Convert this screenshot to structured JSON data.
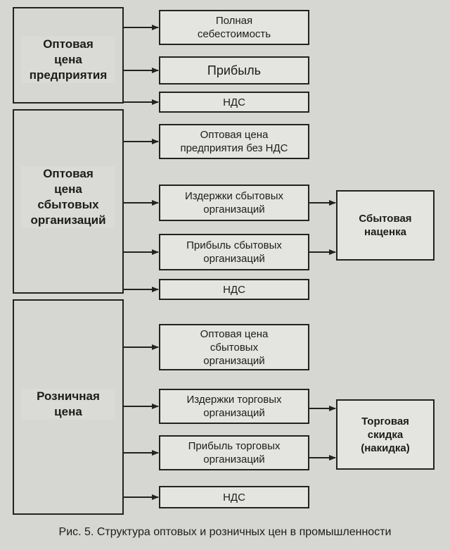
{
  "groups": {
    "enterprise": "Оптовая\nцена\nпредприятия",
    "sales": "Оптовая\nцена\nсбытовых\nорганизаций",
    "retail": "Розничная\nцена"
  },
  "boxes": {
    "full_cost": "Полная\nсебестоимость",
    "profit": "Прибыль",
    "vat1": "НДС",
    "wholesale_no_vat": "Оптовая цена\nпредприятия без НДС",
    "sales_costs": "Издержки сбытовых\nорганизаций",
    "sales_profit": "Прибыль сбытовых\nорганизаций",
    "vat2": "НДС",
    "sales_wholesale": "Оптовая цена\nсбытовых\nорганизаций",
    "trade_costs": "Издержки торговых\nорганизаций",
    "trade_profit": "Прибыль торговых\nорганизаций",
    "vat3": "НДС"
  },
  "side_boxes": {
    "sales_markup": "Сбытовая\nнаценка",
    "trade_discount": "Торговая\nскидка\n(накидка)"
  },
  "caption": "Рис. 5. Структура оптовых и розничных цен в промышленности"
}
